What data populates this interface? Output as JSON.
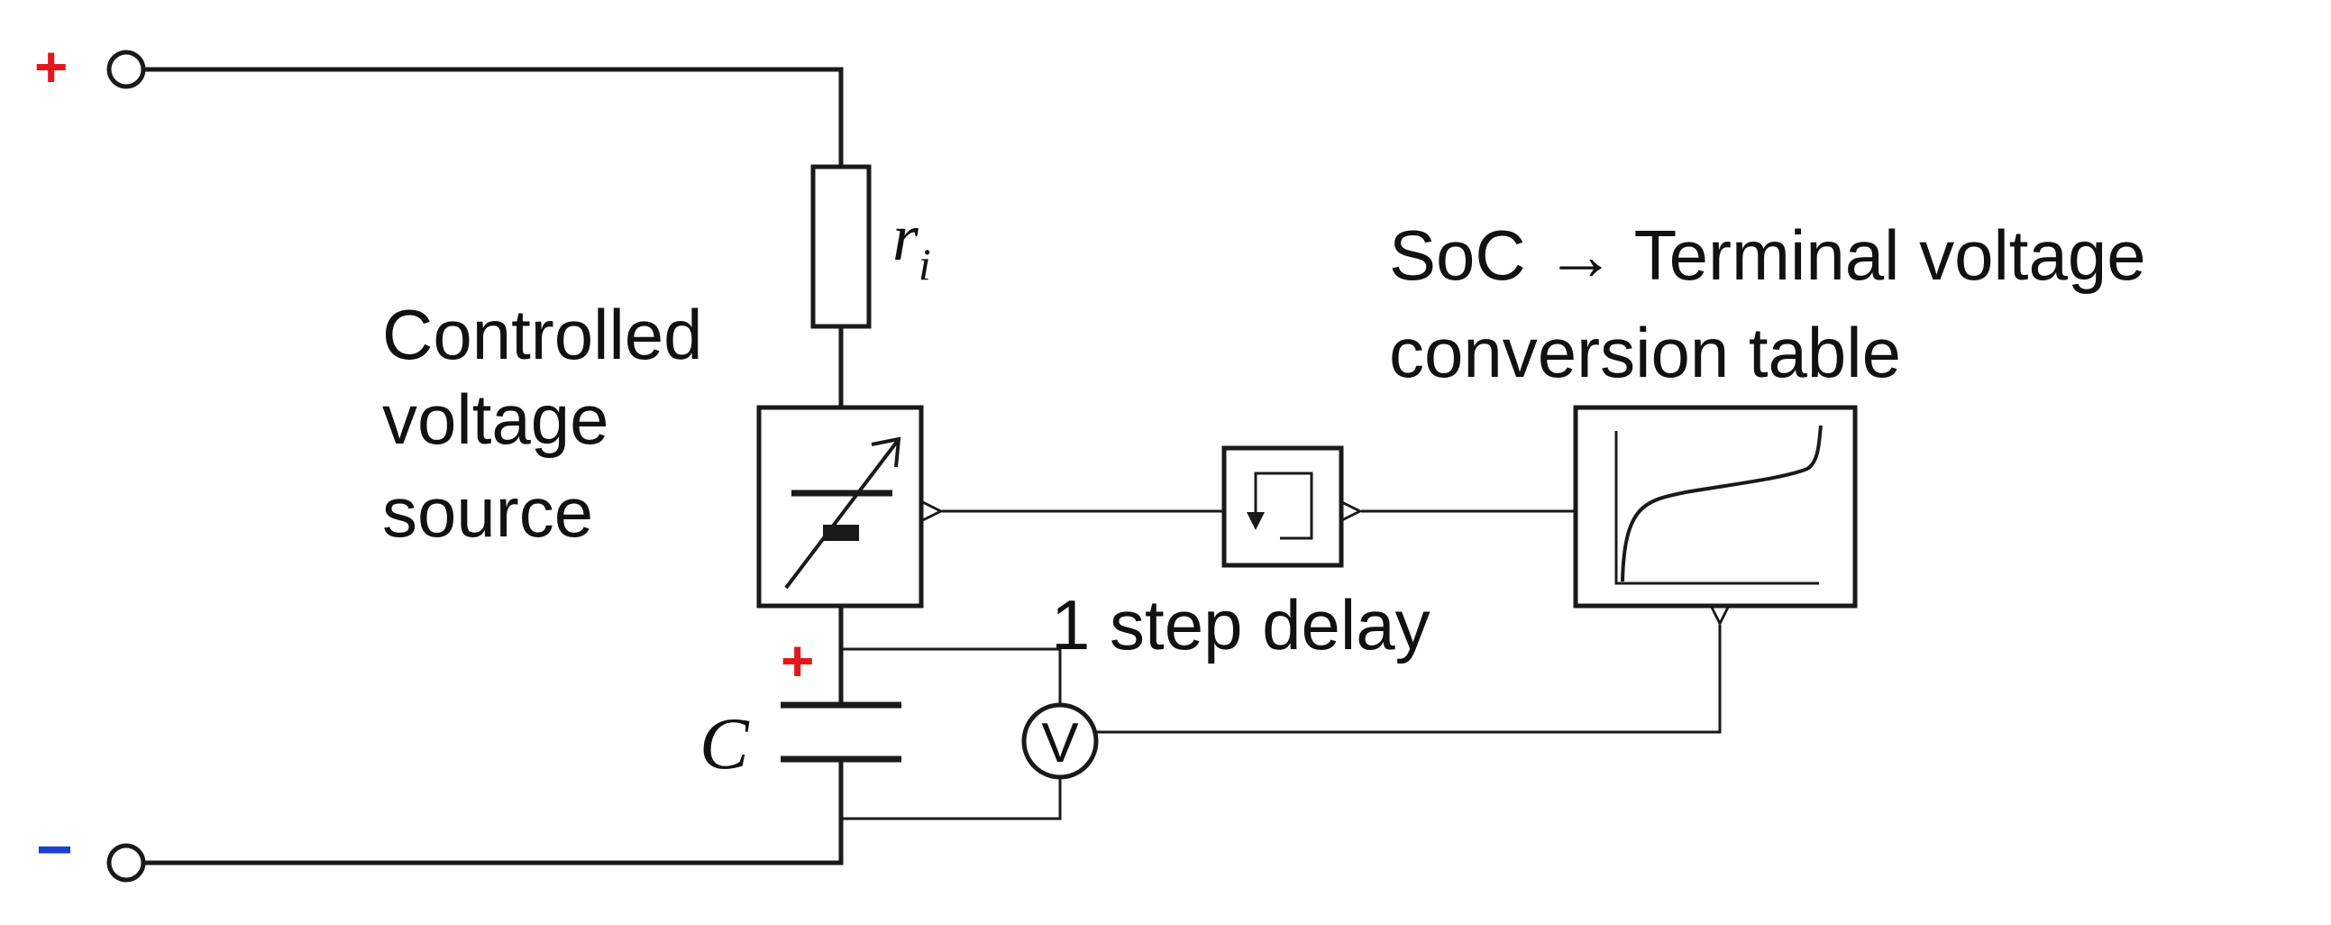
{
  "terminals": {
    "positive_sign": "+",
    "negative_sign": "−",
    "positive_color": "#e0191c",
    "negative_color": "#1a3fd6"
  },
  "resistor": {
    "symbol": "r",
    "subscript": "i"
  },
  "voltage_source": {
    "label_line1": "Controlled",
    "label_line2": "voltage",
    "label_line3": "source"
  },
  "capacitor": {
    "symbol": "C",
    "plus_sign": "+",
    "plus_color": "#e0191c"
  },
  "voltmeter": {
    "letter": "V"
  },
  "delay": {
    "label": "1 step delay",
    "icon": "unit-delay-icon"
  },
  "table": {
    "label_line1": "SoC → Terminal voltage",
    "label_line2": "conversion table",
    "icon": "soc-curve-icon"
  },
  "colors": {
    "line": "#1a1a1a",
    "background": "#ffffff"
  }
}
